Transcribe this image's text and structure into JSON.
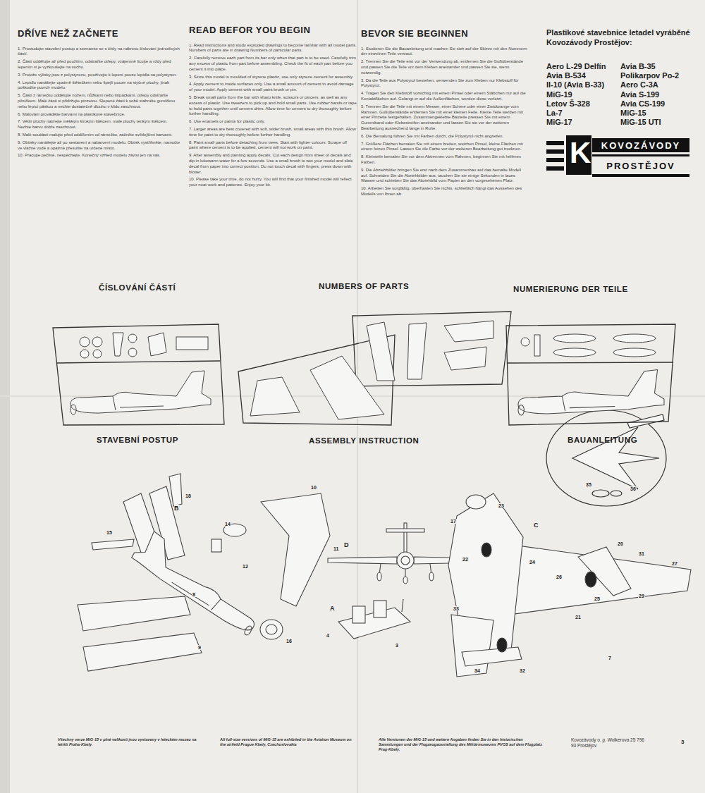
{
  "diagram": {
    "nodes": [
      {
        "text": [
          "KOVOZÁVODY"
        ]
      },
      {
        "text": [
          "PROSTĚJOV"
        ]
      }
    ],
    "labels": [
      "DŘÍVE NEŽ ZAČNETE",
      "1. Prostudujte stavební postup a seznamte se s čísly na nákresu číslování jednotlivých částí.",
      "2. Části oddělujte až před použitím, odstraňte otřepy, vzájemně lícujte a vždy před lepením si je vyzkoušejte na suchu.",
      "3. Protože výlisky jsou z polystyrenu, používejte k lepení pouze lepidla na polystyren.",
      "4. Lepidlo nanášejte opatrně štětečkem nebo špejlí pouze na styčné plochy, jinak poškodíte povrch modelu.",
      "5. Části z rámečku oddělujte nožem, nůžkami nebo štípačkami, otřepy odstraňte pilníčkem. Malé části si přidržujte pinzetou. Slepené části k sobě stáhněte gumičkou nebo lepící páskou a nechte dostatečně dlouho v klidu zaschnout.",
      "6. Malování provádějte barvami na plastikové stavebnice.",
      "7. Větší plochy natírejte měkkým širokým štětcem, malé plochy tenkým štětcem. Nechte barvu dobře zaschnout.",
      "8. Malé součásti malujte před oddělením od rámečku, začněte světlejšími barvami.",
      "9. Obtisky nanášejte až po sestavení a nabarvení modelu. Obtisk vystřihněte, namočte ve vlažné vodě a opatrně přesuňte na určené místo.",
      "10. Pracujte pečlivě, nespěchejte. Konečný vzhled modelu závisí jen na vás.",
      "READ BEFOR YOU BEGIN",
      "1. Read instructions and study exploded drawings to become familiar with all model parts. Numbers of parts are in drawing Numbers of particular parts.",
      "2. Carefully remove each part from its bar only when that part is to be used. Carefully trim any excess of plastic from part before assembling. Check the fit of each part before you cement it into place.",
      "3. Since this model is moulded of styrene plastic, use only styrene cement for assembly.",
      "4. Apply cement to inside surfaces only. Use a small amount of cement to avoid damage of your model. Apply cement with small paint brush or pin.",
      "5. Break small parts from the bar with sharp knife, scissors or pincers, as well as any excess of plastic. Use tweezers to pick up and hold small parts. Use rubber bands or tape to hold parts together until cement dries. Allow time for cement to dry thoroughly before further handling.",
      "6. Use enamels or paints for plastic only.",
      "7. Larger areas are best covered with soft, wider brush, small areas with thin brush. Allow time for paint to dry thoroughly before further handling.",
      "8. Paint small parts before detaching from trees. Start with lighter colours. Scrape off paint where cement is to be applied, cement will not work on paint.",
      "9. After assembly and painting apply decals. Cut each design from sheet of decals and dip in lukewarm water for a few seconds. Use a small brush to wet your model and slide decal from paper into correct position. Do not touch decal with fingers, press down with blotter.",
      "10. Please take your time, do not hurry. You will find that your finished model will reflect your neat work and patience. Enjoy your kit.",
      "BEVOR SIE BEGINNEN",
      "1. Studieren Sie die Bauanleitung und machen Sie sich auf der Skizze mit den Nummern der einzelnen Teile vertraut.",
      "2. Trennen Sie die Teile erst vor der Verwendung ab, entfernen Sie die Gußüberstände und passen Sie die Teile vor dem Kleben aneinander und passen Sie sie, wenn notwendig.",
      "3. Da die Teile aus Polystyrol bestehen, verwenden Sie zum Kleben nur Klebstoff für Polystyrol.",
      "4. Tragen Sie den Klebstoff vorsichtig mit einem Pinsel oder einem Stäbchen nur auf die Kontaktflächen auf. Gelangt er auf die Außenflächen, werden diese verletzt.",
      "5. Trennen Sie die Teile mit einem Messer, einer Schere oder einer Zwickzange vom Rahmen. Gußüberstände entfernen Sie mit einer kleinen Feile. Kleine Teile werden mit einer Pinzette festgehalten. Zusammengeklebte Bauteile pressen Sie mit einem Gummiband oder Klebestreifen aneinander und lassen Sie sie vor der weiteren Bearbeitung ausreichend lange in Ruhe.",
      "6. Die Bemalung führen Sie mit Farben durch, die Polystyrol nicht angreifen.",
      "7. Größere Flächen bemalen Sie mit einem breiten, weichen Pinsel, kleine Flächen mit einem feinen Pinsel. Lassen Sie die Farbe vor der weiteren Bearbeitung gut trocknen.",
      "8. Kleinteile bemalen Sie vor dem Abtrennen vom Rahmen, beginnen Sie mit helleren Farben.",
      "9. Die Abziehbilder bringen Sie erst nach dem Zusammenbau auf das bemalte Modell auf. Schneiden Sie die Abziehbilder aus, tauchen Sie sie einige Sekunden in laues Wasser und schieben Sie das Abziehbild vom Papier an den vorgesehenen Platz.",
      "10. Arbeiten Sie sorgfältig, überhasten Sie nichts, schließlich hängt das Aussehen des Modells von Ihnen ab.",
      "Plastikové stavebnice letadel vyráběné Kovozávody Prostějov:",
      "Aero L-29 Delfín",
      "Avia B-534",
      "Il-10 (Avia B-33)",
      "MiG-19",
      "Letov Š-328",
      "La-7",
      "MiG-17",
      "Avia B-35",
      "Polikarpov Po-2",
      "Aero C-3A",
      "Avia S-199",
      "Avia CS-199",
      "MiG-15",
      "MiG-15 UTI",
      "K",
      "ČÍSLOVÁNÍ ČÁSTÍ",
      "NUMBERS OF PARTS",
      "NUMERIERUNG DER TEILE",
      "STAVEBNÍ POSTUP",
      "ASSEMBLY INSTRUCTION",
      "BAUANLEITUNG",
      "B",
      "D",
      "A",
      "C",
      "35",
      "36",
      "18",
      "15",
      "14",
      "10",
      "12",
      "8",
      "11",
      "9",
      "16",
      "4",
      "3",
      "17",
      "23",
      "22",
      "24",
      "26",
      "20",
      "31",
      "25",
      "27",
      "29",
      "21",
      "33",
      "34",
      "32",
      "7",
      "Všechny verze MiG-15 v plné velikosti jsou vystaveny v leteckém muzeu na letišti Praha-Kbely.",
      "All full-size versions of MiG-15 are exhibited in the Aviation Museum on the airfield Prague Kbely, Czechoslovakia",
      "Alle Versionen der MiG-15 und weitere Angaben finden Sie in den historischen Sammlungen und der Flugzeugausstellung des Militärmuseums PVOS auf dem Flugplatz Prag-Kbely.",
      "Kovozávody o. p. Wolkerova 25 796 93 Prostějov",
      "3"
    ]
  }
}
